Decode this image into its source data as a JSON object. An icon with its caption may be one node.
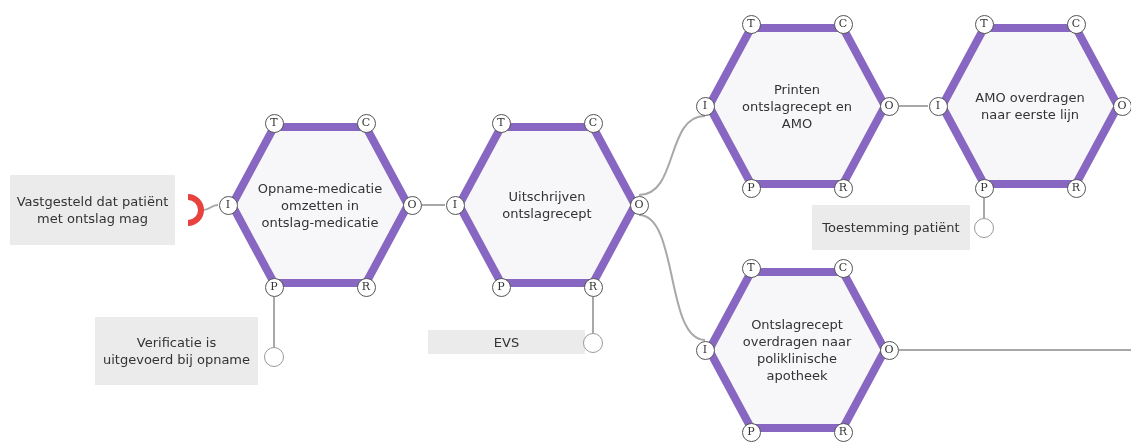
{
  "diagram": {
    "nodes": [
      {
        "text": [
          "Vastgesteld dat patiënt met ontslag mag"
        ]
      },
      {
        "text": [],
        "shape": "arc"
      },
      {
        "text": [
          "Opname-medicatie omzetten in ontslag-medicatie"
        ]
      },
      {
        "text": [
          "T"
        ]
      },
      {
        "text": [
          "C"
        ]
      },
      {
        "text": [
          "I"
        ]
      },
      {
        "text": [
          "O"
        ]
      },
      {
        "text": [
          "P"
        ]
      },
      {
        "text": [
          "R"
        ]
      },
      {
        "text": [
          "Verificatie is uitgevoerd bij opname"
        ]
      },
      {
        "text": [],
        "shape": "circle"
      },
      {
        "text": [
          "Uitschrijven ontslagrecept"
        ]
      },
      {
        "text": [
          "T"
        ]
      },
      {
        "text": [
          "C"
        ]
      },
      {
        "text": [
          "I"
        ]
      },
      {
        "text": [
          "O"
        ]
      },
      {
        "text": [
          "P"
        ]
      },
      {
        "text": [
          "R"
        ]
      },
      {
        "text": [
          "EVS"
        ]
      },
      {
        "text": [],
        "shape": "circle"
      },
      {
        "text": [
          "Printen ontslagrecept en AMO"
        ]
      },
      {
        "text": [
          "T"
        ]
      },
      {
        "text": [
          "C"
        ]
      },
      {
        "text": [
          "I"
        ]
      },
      {
        "text": [
          "O"
        ]
      },
      {
        "text": [
          "P"
        ]
      },
      {
        "text": [
          "R"
        ]
      },
      {
        "text": [
          "AMO overdragen naar eerste lijn"
        ]
      },
      {
        "text": [
          "T"
        ]
      },
      {
        "text": [
          "C"
        ]
      },
      {
        "text": [
          "I"
        ]
      },
      {
        "text": [
          "O"
        ]
      },
      {
        "text": [
          "P"
        ]
      },
      {
        "text": [
          "R"
        ]
      },
      {
        "text": [
          "Toestemming patiënt"
        ]
      },
      {
        "text": [],
        "shape": "circle"
      },
      {
        "text": [
          "Ontslagrecept overdragen naar poliklinische apotheek"
        ]
      },
      {
        "text": [
          "T"
        ]
      },
      {
        "text": [
          "C"
        ]
      },
      {
        "text": [
          "I"
        ]
      },
      {
        "text": [
          "O"
        ]
      },
      {
        "text": [
          "P"
        ]
      },
      {
        "text": [
          "R"
        ]
      }
    ],
    "edges": [
      {
        "from": 1,
        "to": 5,
        "arrow": "none"
      },
      {
        "from": 7,
        "to": 10,
        "arrow": "none"
      },
      {
        "from": 6,
        "to": 14,
        "arrow": "none"
      },
      {
        "from": 17,
        "to": 19,
        "arrow": "none"
      },
      {
        "from": 15,
        "to": 23,
        "arrow": "none"
      },
      {
        "from": 15,
        "to": 39,
        "arrow": "none"
      },
      {
        "from": 24,
        "to": 30,
        "arrow": "none"
      },
      {
        "from": 32,
        "to": 35,
        "arrow": "none"
      },
      {
        "from": 40,
        "to": null,
        "arrow": "none"
      }
    ]
  }
}
